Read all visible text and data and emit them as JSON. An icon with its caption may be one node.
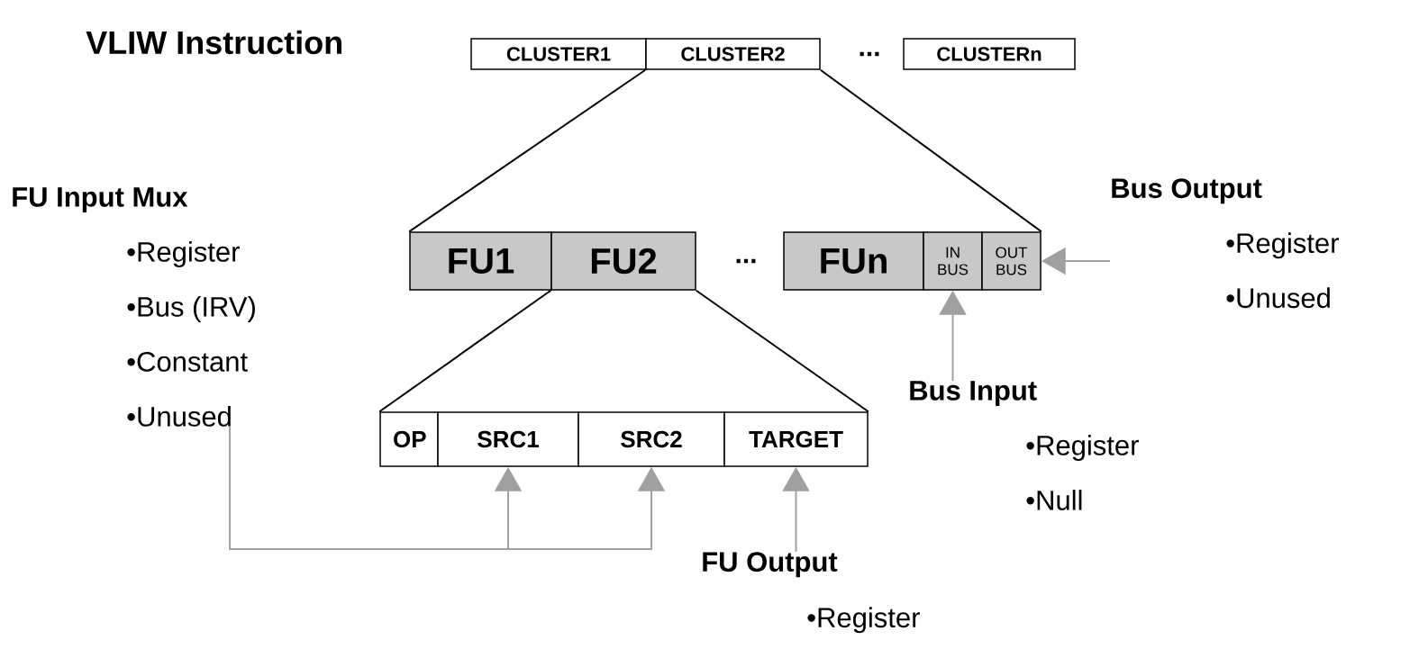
{
  "diagram": {
    "title": "VLIW Instruction",
    "nodes": [
      {
        "text": [
          "CLUSTER1"
        ]
      },
      {
        "text": [
          "CLUSTER2"
        ]
      },
      {
        "text": [
          "CLUSTERn"
        ]
      },
      {
        "text": [
          "FU1"
        ]
      },
      {
        "text": [
          "FU2"
        ]
      },
      {
        "text": [
          "FUn"
        ]
      },
      {
        "text": [
          "IN BUS"
        ]
      },
      {
        "text": [
          "OUT BUS"
        ]
      },
      {
        "text": [
          "OP"
        ]
      },
      {
        "text": [
          "SRC1"
        ]
      },
      {
        "text": [
          "SRC2"
        ]
      },
      {
        "text": [
          "TARGET"
        ]
      },
      {
        "text": [
          "FU Input Mux",
          "•Register",
          "•Bus (IRV)",
          "•Constant",
          "•Unused"
        ]
      },
      {
        "text": [
          "Bus Input",
          "•Register",
          "•Null"
        ]
      },
      {
        "text": [
          "FU Output",
          "•Register"
        ]
      },
      {
        "text": [
          "Bus Output",
          "•Register",
          "•Unused"
        ]
      }
    ],
    "edges": [
      {
        "from": 1,
        "to": 3,
        "arrow": "none",
        "color": "#000000"
      },
      {
        "from": 1,
        "to": 7,
        "arrow": "none",
        "color": "#000000"
      },
      {
        "from": 4,
        "to": 8,
        "arrow": "none",
        "color": "#000000"
      },
      {
        "from": 4,
        "to": 11,
        "arrow": "none",
        "color": "#000000"
      },
      {
        "from": 12,
        "to": 9,
        "arrow": "to",
        "color": "#a0a0a0"
      },
      {
        "from": 12,
        "to": 10,
        "arrow": "to",
        "color": "#a0a0a0"
      },
      {
        "from": 14,
        "to": 11,
        "arrow": "to",
        "color": "#a0a0a0"
      },
      {
        "from": 13,
        "to": 6,
        "arrow": "to",
        "color": "#a0a0a0"
      },
      {
        "from": 15,
        "to": 7,
        "arrow": "to",
        "color": "#a0a0a0"
      }
    ],
    "labels": [
      "...",
      "..."
    ]
  }
}
